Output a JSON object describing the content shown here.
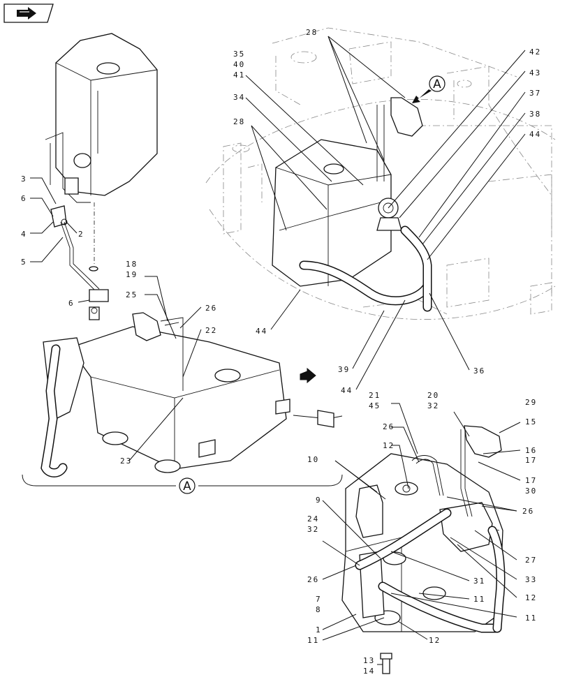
{
  "nav_icon": "arrow-right-icon",
  "callouts": {
    "view_a_label": "A"
  },
  "labels": [
    {
      "id": "l-28a",
      "text": "28"
    },
    {
      "id": "l-35",
      "text": "35"
    },
    {
      "id": "l-40",
      "text": "40"
    },
    {
      "id": "l-41",
      "text": "41"
    },
    {
      "id": "l-34",
      "text": "34"
    },
    {
      "id": "l-28b",
      "text": "28"
    },
    {
      "id": "l-42",
      "text": "42"
    },
    {
      "id": "l-43",
      "text": "43"
    },
    {
      "id": "l-37",
      "text": "37"
    },
    {
      "id": "l-38",
      "text": "38"
    },
    {
      "id": "l-44a",
      "text": "44"
    },
    {
      "id": "l-44b",
      "text": "44"
    },
    {
      "id": "l-39",
      "text": "39"
    },
    {
      "id": "l-44c",
      "text": "44"
    },
    {
      "id": "l-36",
      "text": "36"
    },
    {
      "id": "l-3",
      "text": "3"
    },
    {
      "id": "l-6a",
      "text": "6"
    },
    {
      "id": "l-4",
      "text": "4"
    },
    {
      "id": "l-2",
      "text": "2"
    },
    {
      "id": "l-5",
      "text": "5"
    },
    {
      "id": "l-6b",
      "text": "6"
    },
    {
      "id": "l-18",
      "text": "18"
    },
    {
      "id": "l-19",
      "text": "19"
    },
    {
      "id": "l-25",
      "text": "25"
    },
    {
      "id": "l-26a",
      "text": "26"
    },
    {
      "id": "l-22",
      "text": "22"
    },
    {
      "id": "l-23",
      "text": "23"
    },
    {
      "id": "l-21",
      "text": "21"
    },
    {
      "id": "l-45",
      "text": "45"
    },
    {
      "id": "l-20",
      "text": "20"
    },
    {
      "id": "l-32a",
      "text": "32"
    },
    {
      "id": "l-29",
      "text": "29"
    },
    {
      "id": "l-15",
      "text": "15"
    },
    {
      "id": "l-26b",
      "text": "26"
    },
    {
      "id": "l-12a",
      "text": "12"
    },
    {
      "id": "l-16",
      "text": "16"
    },
    {
      "id": "l-17a",
      "text": "17"
    },
    {
      "id": "l-10",
      "text": "10"
    },
    {
      "id": "l-17b",
      "text": "17"
    },
    {
      "id": "l-30",
      "text": "30"
    },
    {
      "id": "l-9",
      "text": "9"
    },
    {
      "id": "l-26c",
      "text": "26"
    },
    {
      "id": "l-24",
      "text": "24"
    },
    {
      "id": "l-32b",
      "text": "32"
    },
    {
      "id": "l-27",
      "text": "27"
    },
    {
      "id": "l-26d",
      "text": "26"
    },
    {
      "id": "l-31",
      "text": "31"
    },
    {
      "id": "l-33",
      "text": "33"
    },
    {
      "id": "l-7",
      "text": "7"
    },
    {
      "id": "l-8",
      "text": "8"
    },
    {
      "id": "l-11a",
      "text": "11"
    },
    {
      "id": "l-12b",
      "text": "12"
    },
    {
      "id": "l-1",
      "text": "1"
    },
    {
      "id": "l-11b",
      "text": "11"
    },
    {
      "id": "l-11c",
      "text": "11"
    },
    {
      "id": "l-12c",
      "text": "12"
    },
    {
      "id": "l-13",
      "text": "13"
    },
    {
      "id": "l-14",
      "text": "14"
    }
  ]
}
